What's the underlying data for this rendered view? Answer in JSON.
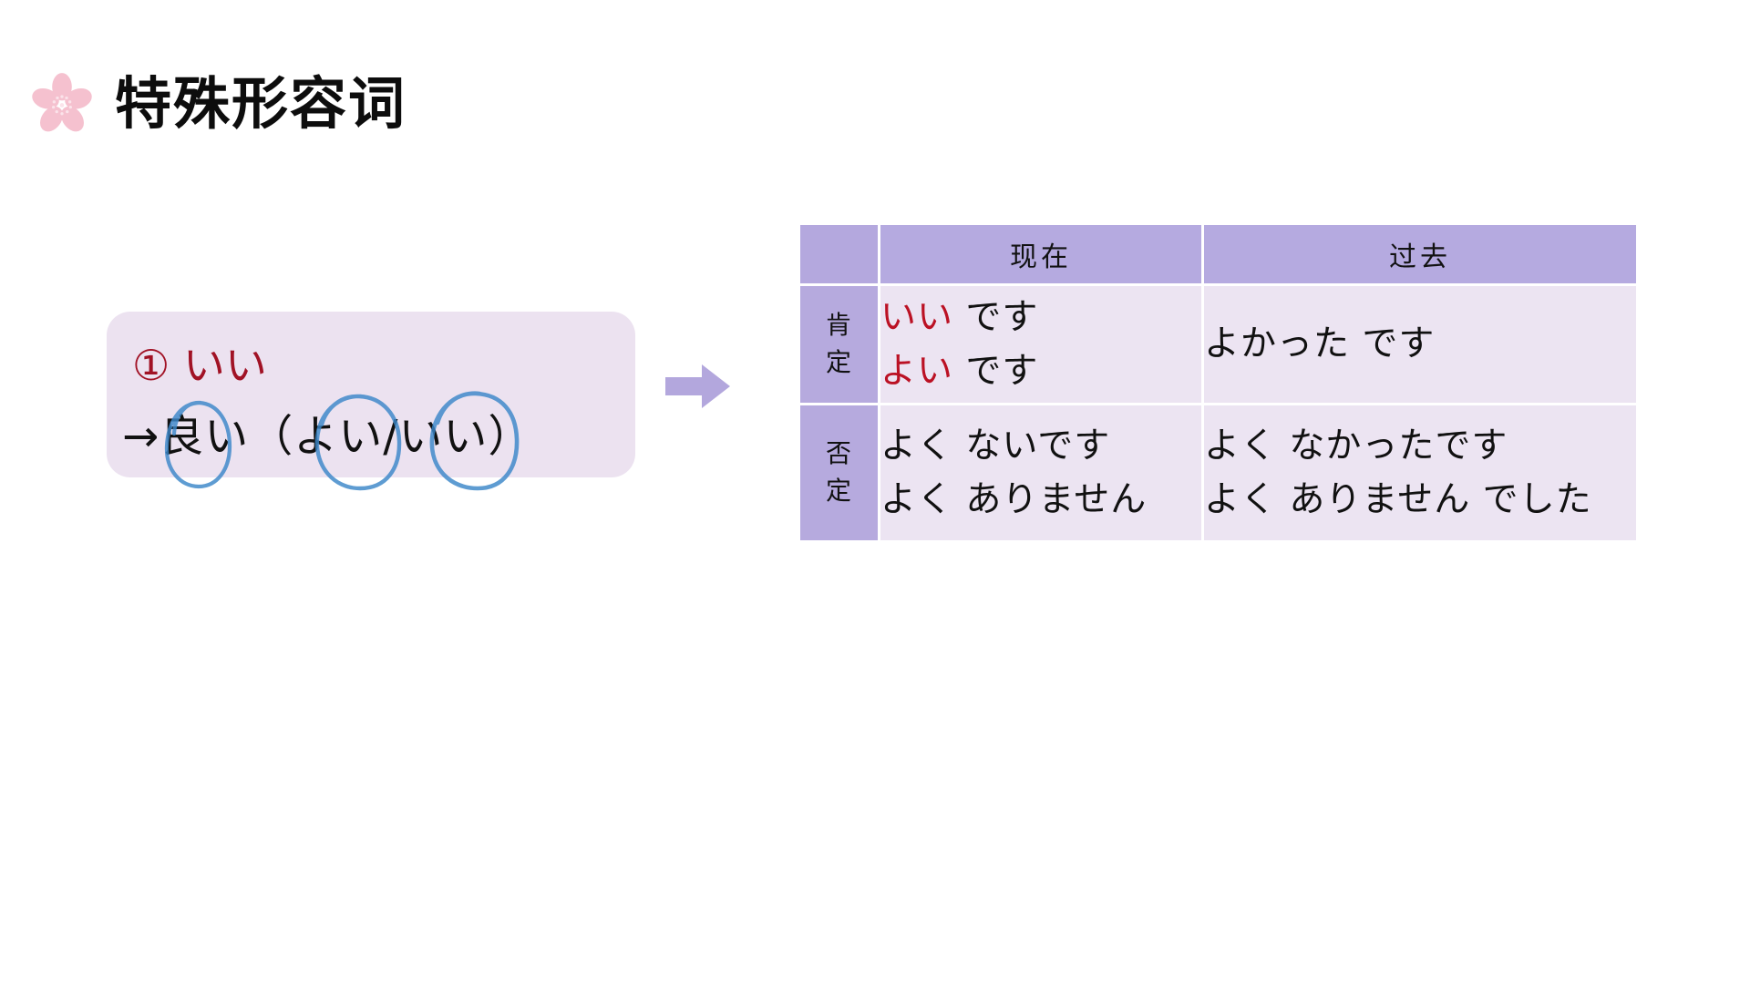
{
  "slide": {
    "title": "特殊形容词",
    "title_icon": "sakura-flower-icon",
    "background_color": "#ffffff"
  },
  "info_box": {
    "background_color": "#ece2f0",
    "line1": "① いい",
    "line1_color": "#a11225",
    "line2": "→良い（よい/いい）",
    "line2_color": "#111111",
    "annotations": [
      {
        "name": "circle-around-yoi-kanji",
        "target": "良",
        "color": "#3a86c8"
      },
      {
        "name": "circle-around-yoi-kana",
        "target": "よい",
        "color": "#3a86c8"
      },
      {
        "name": "circle-around-ii-kana",
        "target": "いい",
        "color": "#3a86c8"
      }
    ]
  },
  "arrow": {
    "name": "right-block-arrow",
    "direction": "right",
    "color": "#b3a7dd"
  },
  "table": {
    "header_bg": "#b5aae0",
    "label_bg": "#b6aade",
    "body_bg": "#ece4f2",
    "accent_red": "#bb1124",
    "columns": [
      "",
      "现在",
      "过去"
    ],
    "rows": [
      {
        "label": "肯定",
        "label_chars": [
          "肯",
          "定"
        ],
        "present": [
          {
            "word": "いい",
            "highlight": true,
            "suffix": " です"
          },
          {
            "word": "よい",
            "highlight": true,
            "suffix": " です"
          }
        ],
        "past": [
          {
            "word": "よかった です",
            "highlight": false,
            "suffix": ""
          }
        ]
      },
      {
        "label": "否定",
        "label_chars": [
          "否",
          "定"
        ],
        "present": [
          {
            "word": "よく ないです",
            "highlight": false,
            "suffix": ""
          },
          {
            "word": "よく ありません",
            "highlight": false,
            "suffix": ""
          }
        ],
        "past": [
          {
            "word": "よく なかったです",
            "highlight": false,
            "suffix": ""
          },
          {
            "word": "よく ありません でした",
            "highlight": false,
            "suffix": ""
          }
        ]
      }
    ]
  }
}
